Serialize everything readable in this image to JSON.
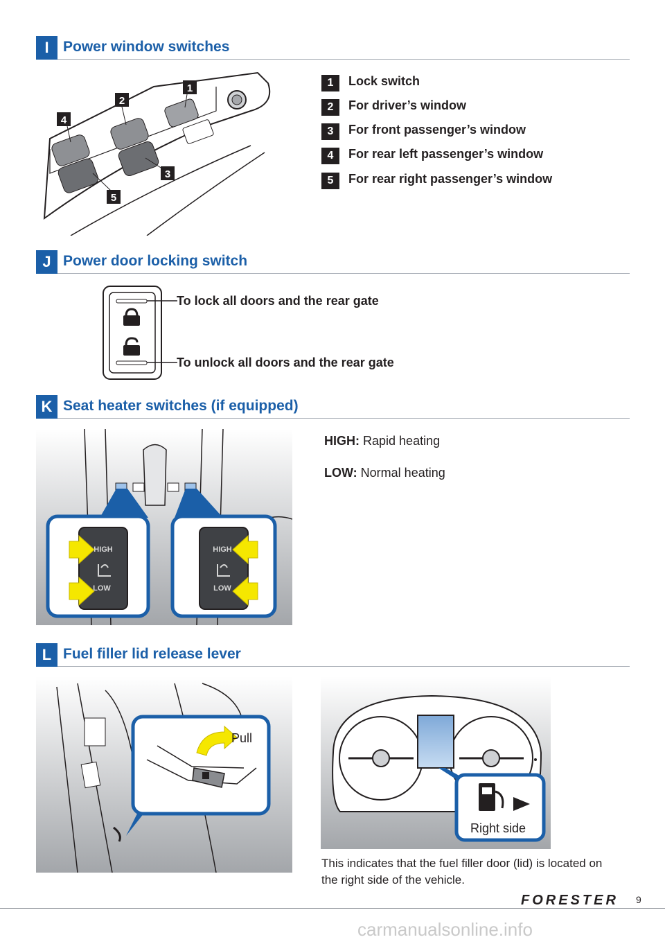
{
  "sections": {
    "i": {
      "letter": "I",
      "title": "Power window switches"
    },
    "j": {
      "letter": "J",
      "title": "Power door locking switch"
    },
    "k": {
      "letter": "K",
      "title": "Seat heater switches (if equipped)"
    },
    "l": {
      "letter": "L",
      "title": "Fuel filler lid release lever"
    }
  },
  "window_switches": [
    {
      "num": "1",
      "label": "Lock switch"
    },
    {
      "num": "2",
      "label": "For driver’s window"
    },
    {
      "num": "3",
      "label": "For front passenger’s window"
    },
    {
      "num": "4",
      "label": "For rear left passenger’s window"
    },
    {
      "num": "5",
      "label": "For rear right passenger’s window"
    }
  ],
  "door_lock": {
    "lock_label": "To lock all doors and the rear gate",
    "unlock_label": "To unlock all doors and the rear gate"
  },
  "seat_heater": {
    "high_key": "HIGH:",
    "high_text": "Rapid heating",
    "low_key": "LOW:",
    "low_text": "Normal heating",
    "switch_high": "HIGH",
    "switch_low": "LOW"
  },
  "fuel": {
    "pull_label": "Pull",
    "side_label": "Right side",
    "description": "This indicates that the fuel filler door (lid) is located on the right side of the vehicle."
  },
  "footer": {
    "brand": "FORESTER",
    "page": "9",
    "watermark": "carmanualsonline.info"
  },
  "colors": {
    "accent": "#1b5fa8",
    "highlight_yellow": "#f5e700",
    "panel_blue": "#9fc3ea"
  }
}
